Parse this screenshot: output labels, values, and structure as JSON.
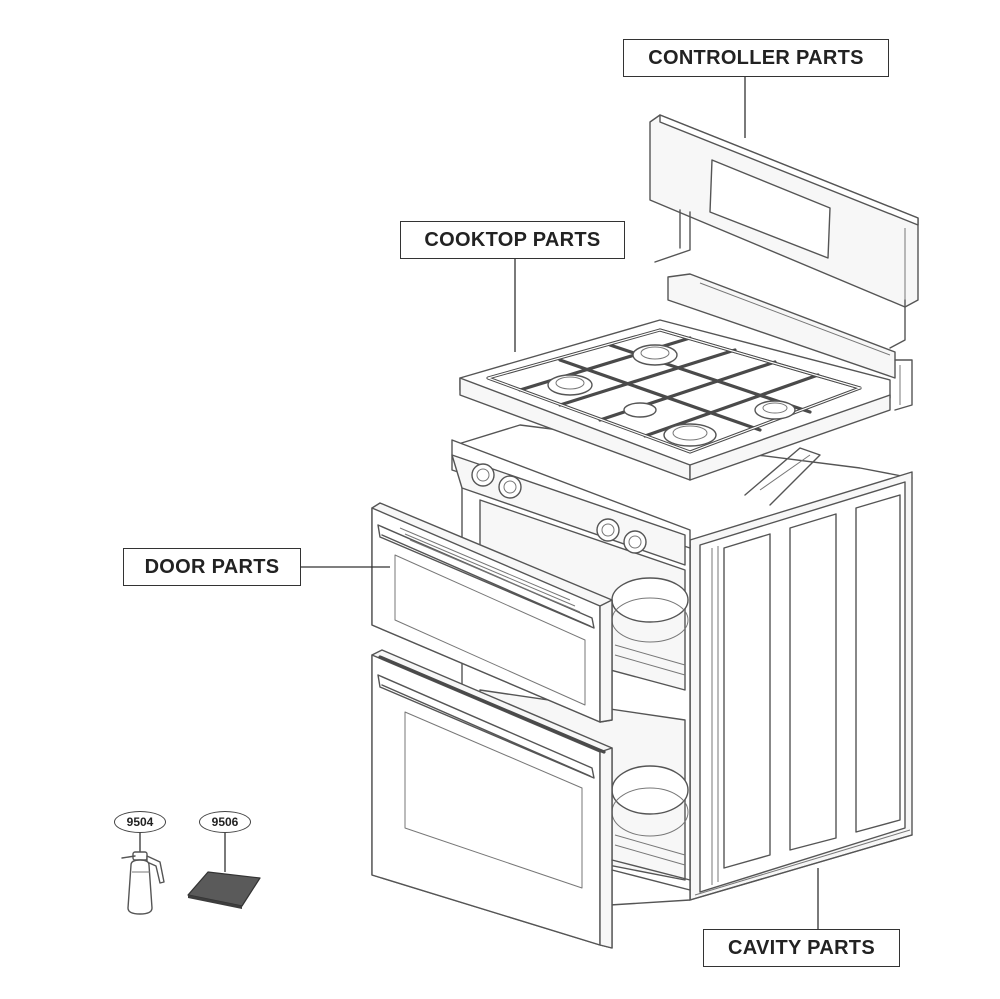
{
  "callouts": {
    "controller": "CONTROLLER PARTS",
    "cooktop": "COOKTOP PARTS",
    "door": "DOOR PARTS",
    "cavity": "CAVITY PARTS"
  },
  "parts": [
    {
      "number": "9504",
      "icon": "spray-bottle-icon"
    },
    {
      "number": "9506",
      "icon": "cleaning-pad-icon"
    }
  ],
  "colors": {
    "line": "#555555",
    "text": "#222222",
    "pad": "#5a5a5a"
  }
}
